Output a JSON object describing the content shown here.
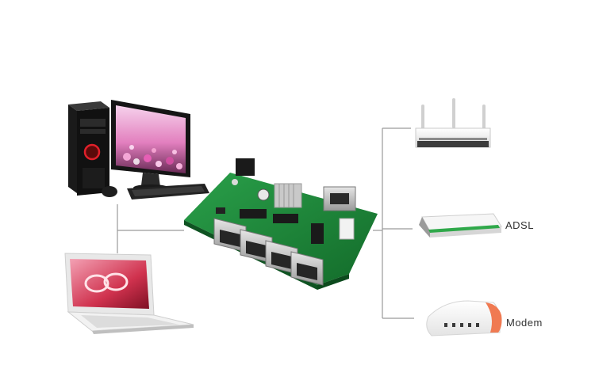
{
  "labels": {
    "adsl": "ADSL",
    "modem": "Modem"
  },
  "devices": {
    "left": [
      "desktop-computer",
      "laptop-computer"
    ],
    "center": "ethernet-switch-board",
    "right": [
      "wifi-router",
      "adsl-device",
      "modem-device"
    ]
  },
  "colors": {
    "connector_line": "#9a9a9a",
    "pcb_green": "#1f8a3c",
    "modem_accent": "#f07a52",
    "screen_pink": "#d45c9a"
  }
}
